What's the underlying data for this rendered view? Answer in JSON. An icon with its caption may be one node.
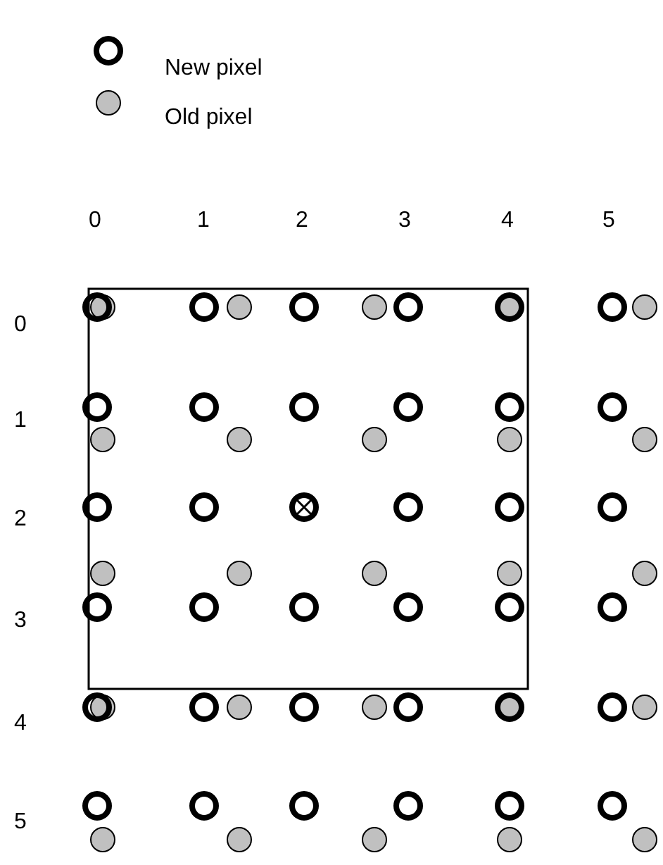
{
  "diagram": {
    "labels": [
      "0",
      "1",
      "2",
      "3",
      "4",
      "5",
      "0",
      "1",
      "2",
      "3",
      "4",
      "5"
    ],
    "legend": [
      {
        "text": "New pixel"
      },
      {
        "text": "Old pixel"
      }
    ]
  }
}
